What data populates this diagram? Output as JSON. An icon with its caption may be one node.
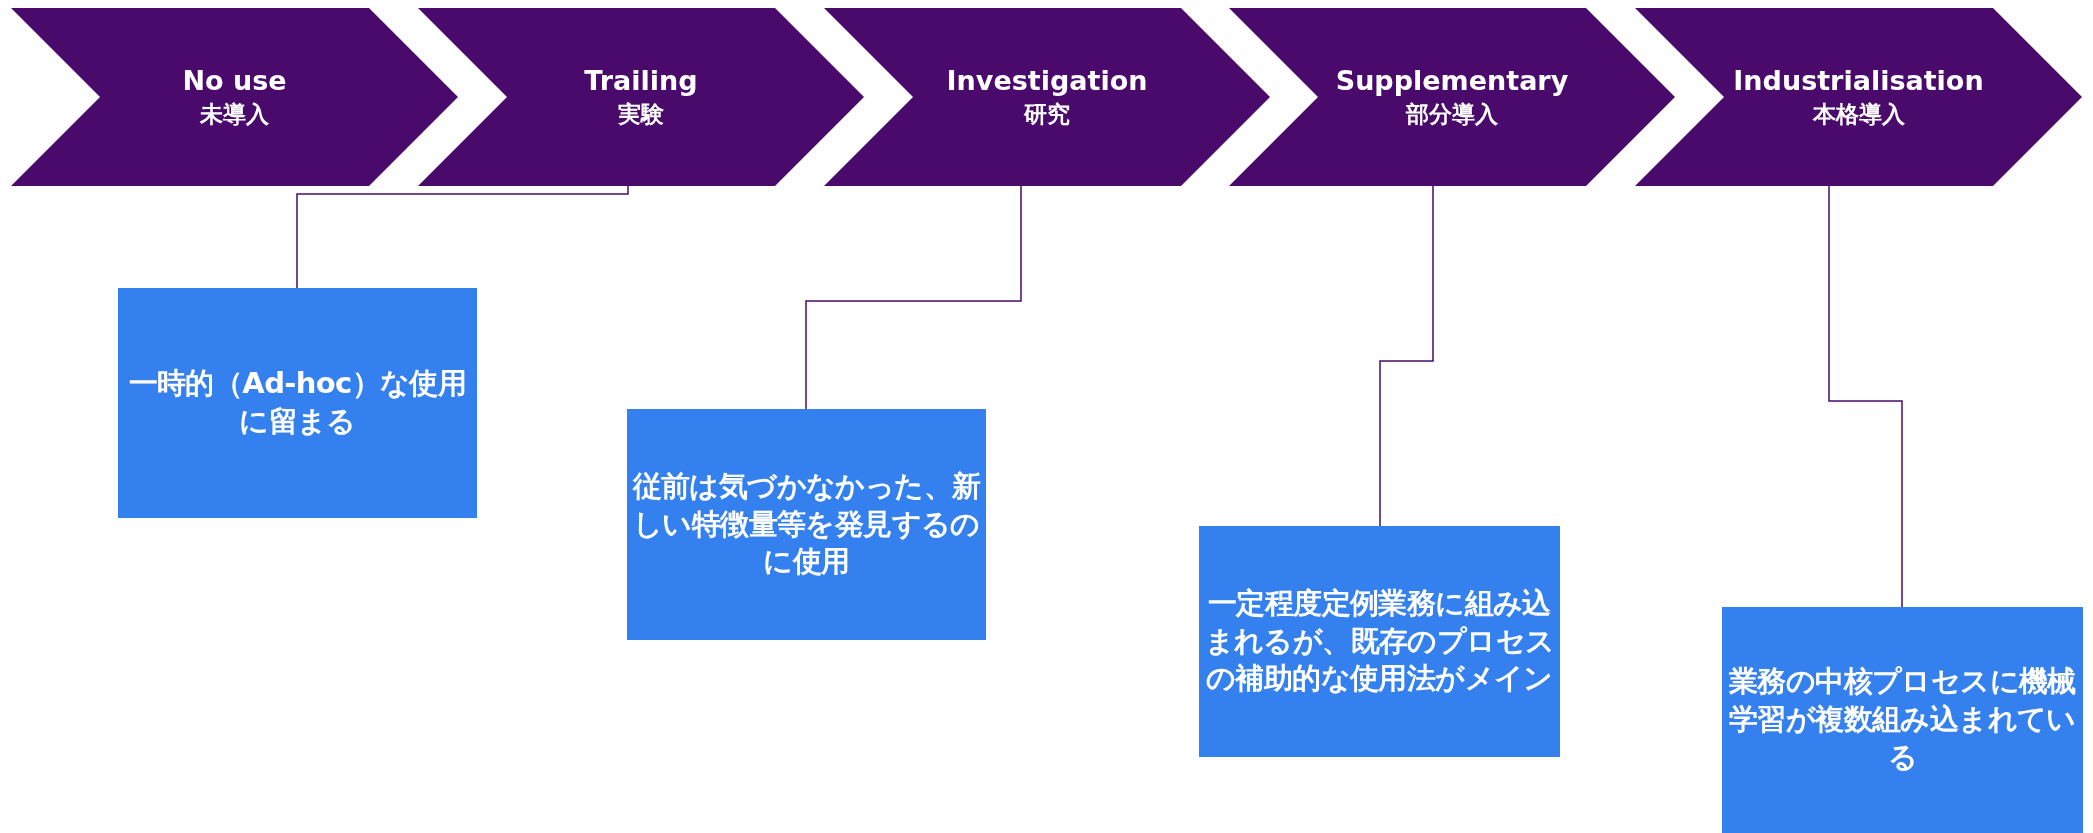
{
  "diagram": {
    "nodes": [
      {
        "text": [
          "No use",
          "未導入"
        ]
      },
      {
        "text": [
          "Trailing",
          "実験"
        ]
      },
      {
        "text": [
          "Investigation",
          "研究"
        ]
      },
      {
        "text": [
          "Supplementary",
          "部分導入"
        ]
      },
      {
        "text": [
          "Industrialisation",
          "本格導入"
        ]
      },
      {
        "text": [
          "一時的（Ad-hoc）な使用に留まる"
        ]
      },
      {
        "text": [
          "従前は気づかなかった、新しい特徴量等を発見するのに使用"
        ]
      },
      {
        "text": [
          "一定程度定例業務に組み込まれるが、既存のプロセスの補助的な使用法がメイン"
        ]
      },
      {
        "text": [
          "業務の中核プロセスに機械学習が複数組み込まれている"
        ]
      }
    ],
    "edges": [
      {
        "from": 1,
        "to": 5,
        "arrow": "none"
      },
      {
        "from": 2,
        "to": 6,
        "arrow": "none"
      },
      {
        "from": 3,
        "to": 7,
        "arrow": "none"
      },
      {
        "from": 4,
        "to": 8,
        "arrow": "none"
      }
    ]
  }
}
